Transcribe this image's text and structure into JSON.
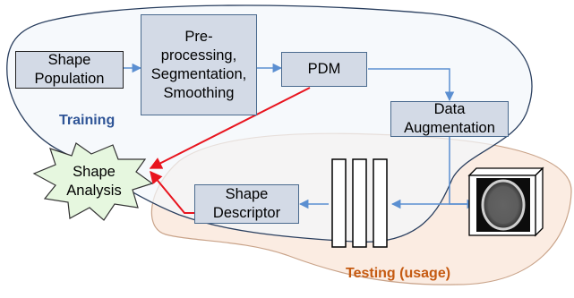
{
  "regions": {
    "training": {
      "label": "Training",
      "color": "#2f5597"
    },
    "testing": {
      "label": "Testing (usage)",
      "color": "#c55a11"
    }
  },
  "nodes": {
    "shape_population": "Shape\nPopulation",
    "preprocessing": "Pre-\nprocessing,\nSegmentation,\nSmoothing",
    "pdm": "PDM",
    "data_augmentation": "Data\nAugmentation",
    "shape_descriptor": "Shape\nDescriptor",
    "shape_analysis": "Shape\nAnalysis"
  },
  "colors": {
    "node_fill": "#d3dae6",
    "node_border": "#4a6a8e",
    "flow_arrow": "#5b8fd1",
    "analysis_arrow": "#e8141e",
    "training_fill": "#f3f6fb",
    "testing_fill": "#fbece2",
    "star_fill": "#e6f7df"
  },
  "icons": {
    "network_layers": "network-layers-icon",
    "ct_volume": "ct-scan-icon"
  }
}
